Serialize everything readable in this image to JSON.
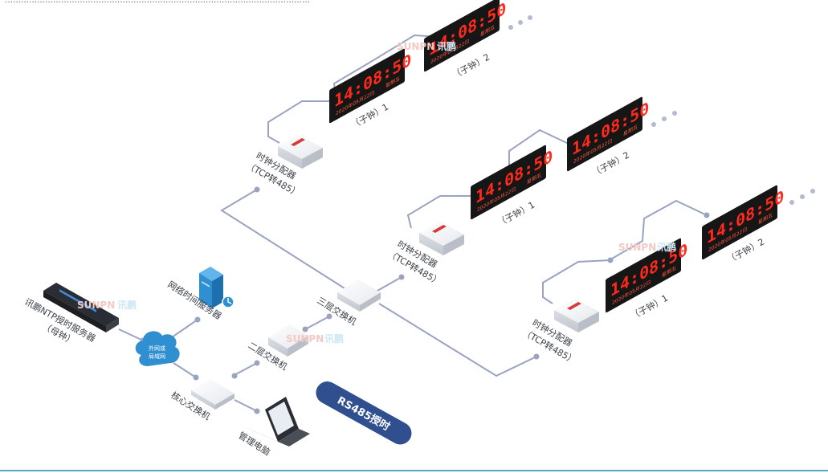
{
  "top_text": "……………………………………………………………………………………………………",
  "watermark": {
    "brand": "SUNPN",
    "cn": "讯鹏"
  },
  "nodes": {
    "ntp_server": {
      "line1": "讯鹏NTP授时服务器",
      "line2": "（母钟）"
    },
    "cloud": {
      "line1": "外网或",
      "line2": "局域网"
    },
    "time_server": {
      "label": "网络时间服务器"
    },
    "core_switch": {
      "label": "核心交换机"
    },
    "admin_pc": {
      "label": "管理电脑"
    },
    "l2_switch": {
      "label": "二层交换机"
    },
    "l3_switch": {
      "label": "三层交换机"
    },
    "badge": {
      "label": "RS485授时"
    },
    "distributor": {
      "line1": "时钟分配器",
      "line2": "（TCP转485）"
    },
    "clock_display": {
      "time": "14:08:50",
      "date_row": "2020年05月22日",
      "weekday": "星期五"
    },
    "clock1_label": "（子钟）1",
    "clock2_label": "（子钟）2"
  },
  "colors": {
    "line": "#9aa3c2",
    "dot": "#9aa3c2",
    "badge_bg": "#2f4f8e",
    "clock_face": "#161616",
    "digit": "#ff2a1c",
    "cloud": "#2f8fd0",
    "server_blue": "#2f8fd0"
  }
}
